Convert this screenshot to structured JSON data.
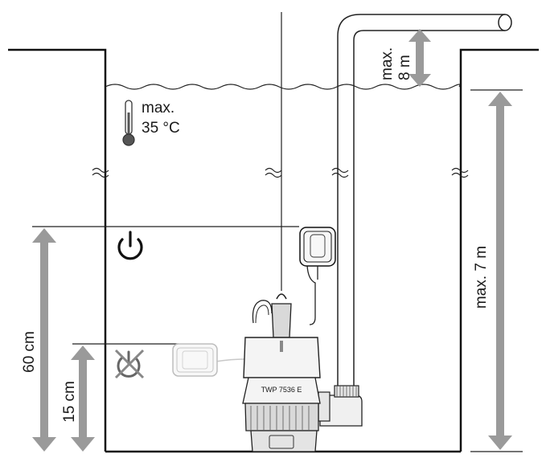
{
  "labels": {
    "discharge_height": "max.\n8 m",
    "temperature": "max.\n35 °C",
    "immersion_depth": "max. 7 m",
    "switch_on_height": "60 cm",
    "switch_off_height": "15 cm",
    "model": "TWP 7536 E"
  },
  "icons": {
    "thermometer": "thermometer-icon",
    "power_on": "power-on-icon",
    "power_off": "power-off-crossed-icon"
  },
  "colors": {
    "arrow": "#9a9a9a",
    "outline": "#111111",
    "fade": "#c8c8c8",
    "pump_body": "#f4f4f4"
  }
}
